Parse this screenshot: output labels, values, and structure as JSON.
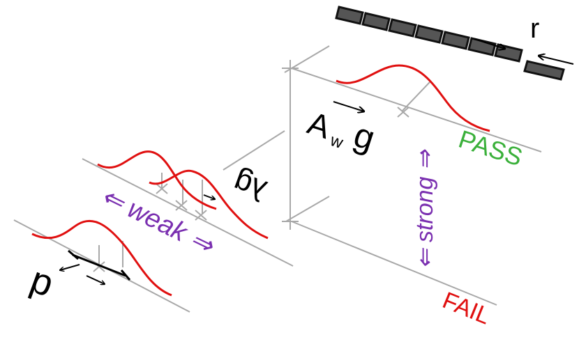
{
  "labels": {
    "r": "r",
    "a_w": "A",
    "a_w_sub": "w",
    "g": "g",
    "lambda_g": "λg",
    "d": "d",
    "pass": "PASS",
    "fail": "FAIL",
    "weak": "⇐ weak ⇒",
    "strong": "⇐ strong ⇒"
  },
  "colors": {
    "line": "#a8a8a8",
    "curve": "#e01010",
    "pass": "#3ab03a",
    "fail": "#e01010",
    "regime": "#7a2fb0",
    "text": "#000000",
    "block_fill": "#555555",
    "block_stroke": "#111111"
  },
  "icons": {
    "right_arrow": "arrow-right-icon",
    "left_arrow": "arrow-left-icon",
    "double_arrow": "double-headed-arrow-icon"
  }
}
